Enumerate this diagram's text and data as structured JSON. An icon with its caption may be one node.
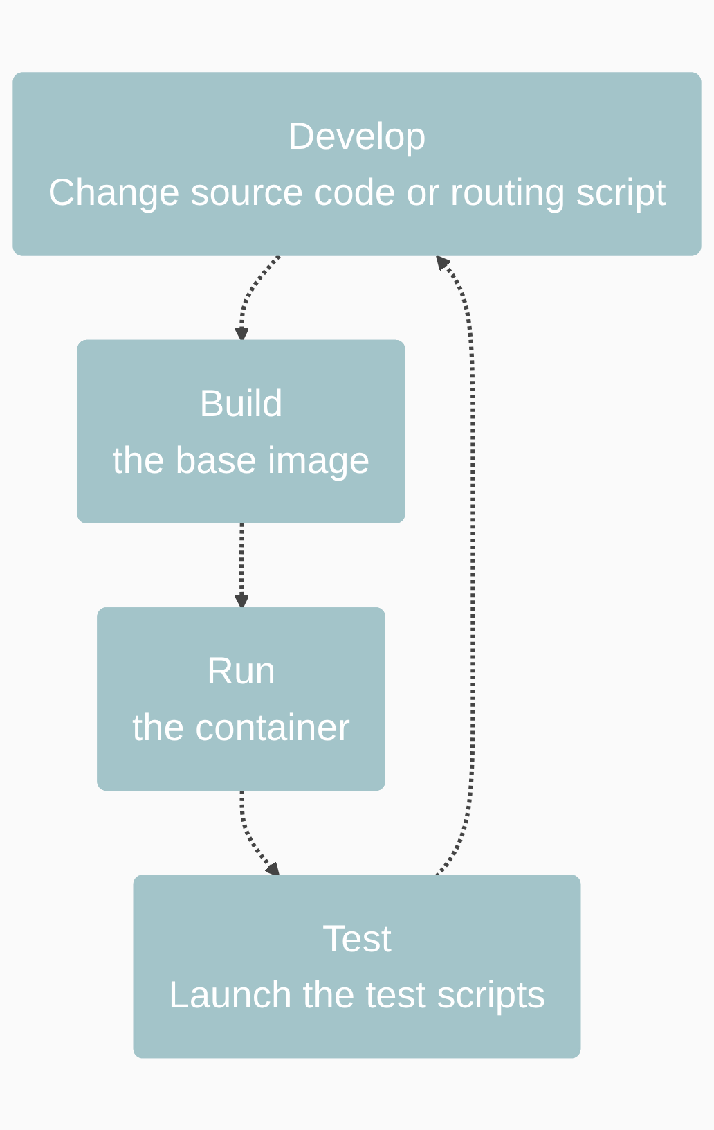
{
  "diagram": {
    "nodes": [
      {
        "text": [
          "Develop",
          "Change source code or routing script"
        ]
      },
      {
        "text": [
          "Build",
          "the base image"
        ]
      },
      {
        "text": [
          "Run",
          "the container"
        ]
      },
      {
        "text": [
          "Test",
          "Launch the test scripts"
        ]
      }
    ],
    "edges": [
      {
        "from": 0,
        "to": 1,
        "arrow": "to",
        "style": "dashed"
      },
      {
        "from": 1,
        "to": 2,
        "arrow": "to",
        "style": "dashed"
      },
      {
        "from": 2,
        "to": 3,
        "arrow": "to",
        "style": "dashed"
      },
      {
        "from": 3,
        "to": 0,
        "arrow": "to",
        "style": "dashed"
      }
    ]
  }
}
